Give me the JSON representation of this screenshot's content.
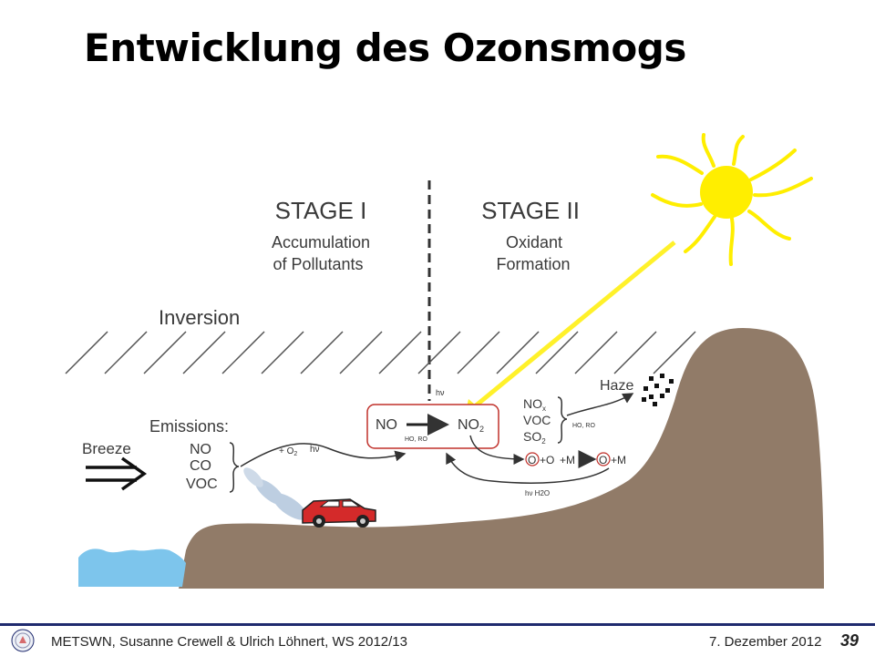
{
  "slide": {
    "title": "Entwicklung des Ozonsmogs"
  },
  "diagram": {
    "stage1": {
      "title": "STAGE I",
      "line1": "Accumulation",
      "line2": "of Pollutants"
    },
    "stage2": {
      "title": "STAGE II",
      "line1": "Oxidant",
      "line2": "Formation"
    },
    "inversion": "Inversion",
    "breeze": "Breeze",
    "emissions": {
      "label": "Emissions:",
      "items": [
        "NO",
        "CO",
        "VOC"
      ]
    },
    "arrow1_label": "+ O",
    "arrow1_sub": "2",
    "hv": "hν",
    "box": {
      "left": "NO",
      "right": "NO",
      "right_sub": "2",
      "catalysts": "HO, RO"
    },
    "right_group": {
      "items": [
        "NO",
        "VOC",
        "SO"
      ],
      "subs": [
        "x",
        "",
        "2"
      ],
      "catalysts": "HO, RO"
    },
    "haze": "Haze",
    "ozone_chain": {
      "o": "O",
      "plus_o2": "+O",
      "plus_m": "+M",
      "o3": "O",
      "plus_m2": "+M"
    },
    "return_label": "hν H2O",
    "colors": {
      "sun": "#ffee00",
      "sunbeam": "#fff12a",
      "mountain": "#917b68",
      "water": "#7dc5ec",
      "car": "#d42a2a",
      "box_border": "#c0302a"
    }
  },
  "footer": {
    "text": "METSWN, Susanne Crewell & Ulrich Löhnert,  WS 2012/13",
    "date": "7. Dezember  2012",
    "page": "39"
  }
}
